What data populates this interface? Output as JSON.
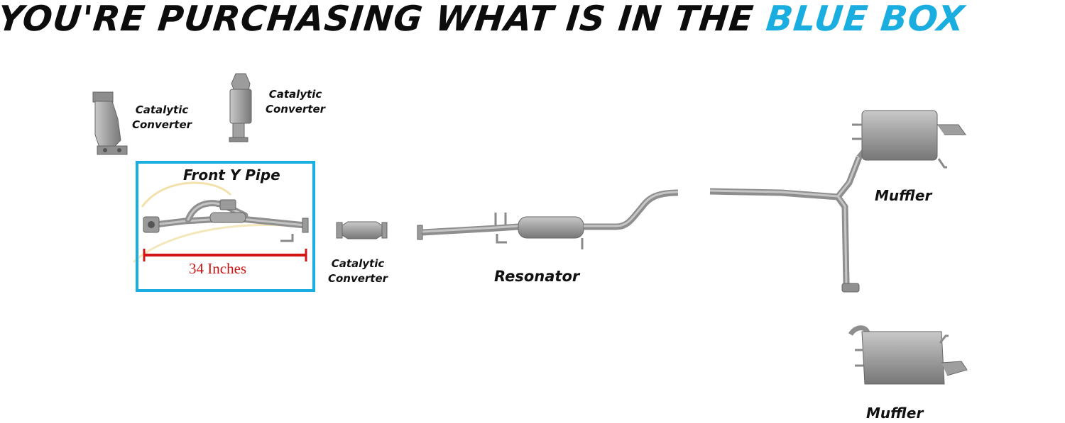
{
  "headline": {
    "lead": "YOU'RE PURCHASING WHAT IS IN THE",
    "highlight": "BLUE BOX",
    "lead_color": "#0c0c0c",
    "highlight_color": "#1aaee0"
  },
  "parts": {
    "cat_left": {
      "line1": "Catalytic",
      "line2": "Converter"
    },
    "cat_right": {
      "line1": "Catalytic",
      "line2": "Converter"
    },
    "front_y_pipe": "Front Y Pipe",
    "measurement": "34 Inches",
    "cat_middle": {
      "line1": "Catalytic",
      "line2": "Converter"
    },
    "resonator": "Resonator",
    "muffler_upper": "Muffler",
    "muffler_lower": "Muffler"
  },
  "colors": {
    "box_border": "#1aaee0",
    "measurement_line": "#d21414",
    "pipe_metal": "#9a9a9a"
  }
}
